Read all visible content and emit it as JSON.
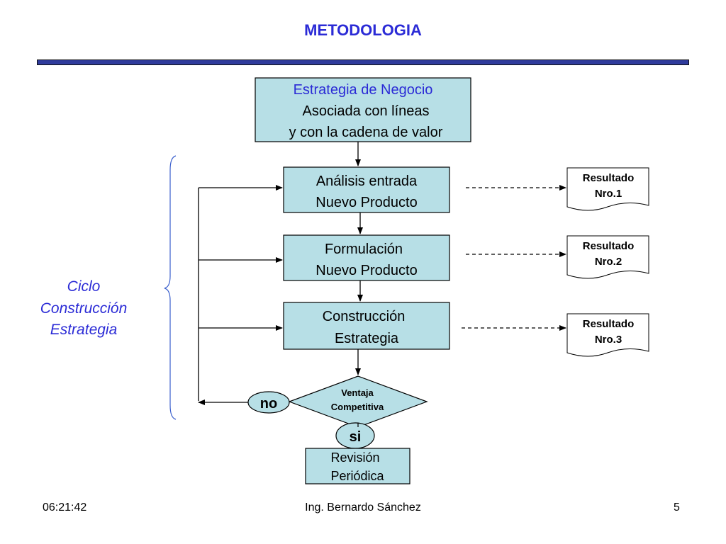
{
  "title": "METODOLOGIA",
  "top_box": {
    "line1": "Estrategia de Negocio",
    "line2": "Asociada con líneas",
    "line3": "y con la cadena de valor"
  },
  "steps": [
    {
      "line1": "Análisis entrada",
      "line2": "Nuevo Producto"
    },
    {
      "line1": "Formulación",
      "line2": "Nuevo Producto"
    },
    {
      "line1": "Construcción",
      "line2": "Estrategia"
    }
  ],
  "results": [
    {
      "line1": "Resultado",
      "line2": "Nro.1"
    },
    {
      "line1": "Resultado",
      "line2": "Nro.2"
    },
    {
      "line1": "Resultado",
      "line2": "Nro.3"
    }
  ],
  "decision": {
    "line1": "Ventaja",
    "line2": "Competitiva"
  },
  "no_label": "no",
  "si_label": "si",
  "final_box": {
    "line1": "Revisión",
    "line2": "Periódica"
  },
  "cycle_label": {
    "line1": "Ciclo",
    "line2": "Construcción",
    "line3": "Estrategia"
  },
  "footer": {
    "time": "06:21:42",
    "author": "Ing. Bernardo Sánchez",
    "page": "5"
  },
  "colors": {
    "title": "#2b2bd6",
    "rule": "#2f3b9c",
    "box_fill": "#b7dfe6",
    "cycle_text": "#2b2bd6"
  }
}
